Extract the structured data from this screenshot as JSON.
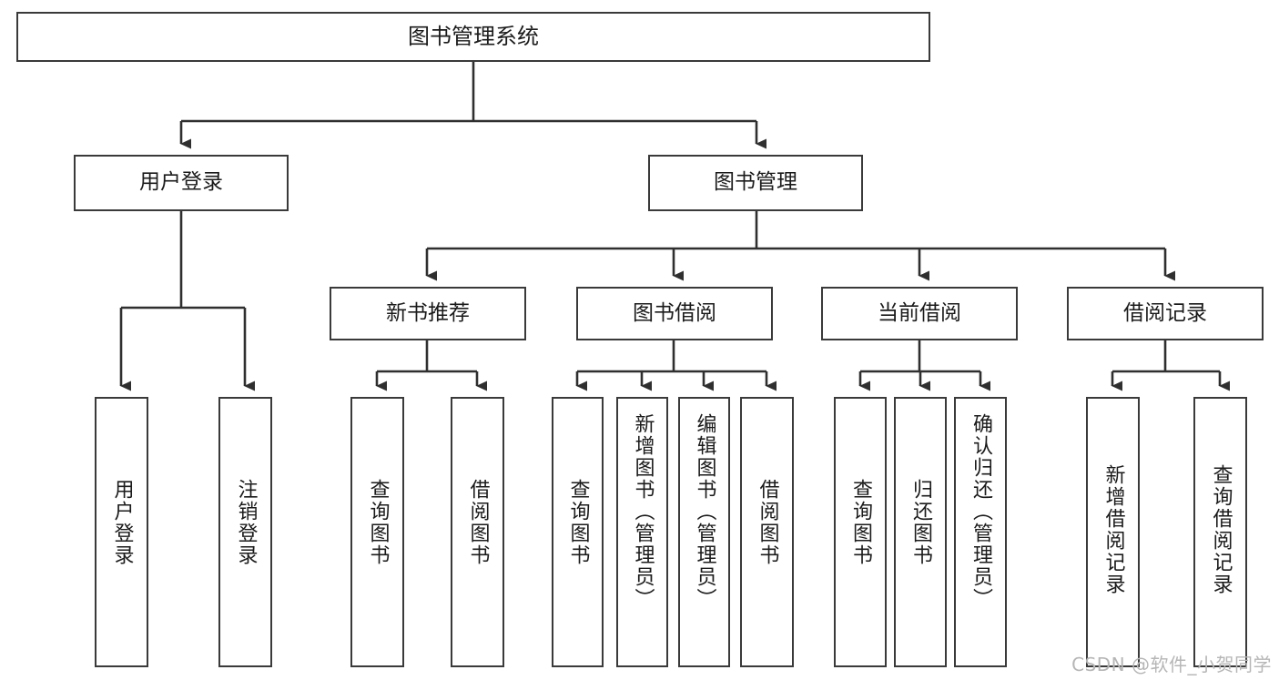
{
  "diagram": {
    "type": "tree-hierarchy",
    "title": "图书管理系统",
    "watermark": "CSDN @软件_小贺同学",
    "colors": {
      "box_border": "#3a3a3a",
      "box_fill": "#ffffff",
      "connector": "#2f2f2f",
      "text": "#1b1b1b",
      "watermark": "#b6b6b6",
      "background": "#ffffff"
    },
    "nodes": {
      "root": {
        "label": "图书管理系统"
      },
      "level2": [
        {
          "id": "user-login",
          "label": "用户登录"
        },
        {
          "id": "book-manage",
          "label": "图书管理"
        }
      ],
      "level3": [
        {
          "id": "new-book-recommend",
          "label": "新书推荐"
        },
        {
          "id": "book-borrow",
          "label": "图书借阅"
        },
        {
          "id": "current-borrow",
          "label": "当前借阅"
        },
        {
          "id": "borrow-record",
          "label": "借阅记录"
        }
      ],
      "leaves": {
        "user-login": [
          {
            "id": "leaf-user-login",
            "label": "用户登录"
          },
          {
            "id": "leaf-user-logout",
            "label": "注销登录"
          }
        ],
        "new-book-recommend": [
          {
            "id": "leaf-query-book-1",
            "label": "查询图书"
          },
          {
            "id": "leaf-borrow-book-1",
            "label": "借阅图书"
          }
        ],
        "book-borrow": [
          {
            "id": "leaf-query-book-2",
            "label": "查询图书"
          },
          {
            "id": "leaf-add-book",
            "label": "新增图书（管理员）"
          },
          {
            "id": "leaf-edit-book",
            "label": "编辑图书（管理员）"
          },
          {
            "id": "leaf-borrow-book-2",
            "label": "借阅图书"
          }
        ],
        "current-borrow": [
          {
            "id": "leaf-query-book-3",
            "label": "查询图书"
          },
          {
            "id": "leaf-return-book",
            "label": "归还图书"
          },
          {
            "id": "leaf-confirm-return",
            "label": "确认归还（管理员）"
          }
        ],
        "borrow-record": [
          {
            "id": "leaf-add-record",
            "label": "新增借阅记录"
          },
          {
            "id": "leaf-query-record",
            "label": "查询借阅记录"
          }
        ]
      }
    }
  }
}
